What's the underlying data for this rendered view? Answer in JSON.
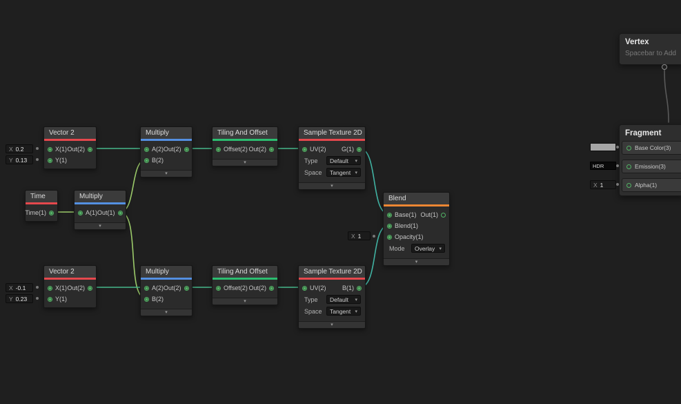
{
  "icons": {
    "chevron_down": "▾"
  },
  "colors": {
    "background": "#1F1F1F",
    "strip_red": "#E5484D",
    "strip_blue": "#5490E2",
    "strip_green": "#2BBE70",
    "strip_orange": "#ED8733",
    "edge_vector2": "#46B98C",
    "edge_float": "#9CCB6A",
    "edge_teal": "#41B3A3",
    "port_green": "#53B365"
  },
  "nodes": {
    "vec2_top": {
      "title": "Vector 2",
      "in1": "X(1)",
      "in2": "Y(1)",
      "out1": "Out(2)"
    },
    "mul_top": {
      "title": "Multiply",
      "in1": "A(2)",
      "in2": "B(2)",
      "out1": "Out(2)"
    },
    "tiling_top": {
      "title": "Tiling And Offset",
      "in1": "Offset(2)",
      "out1": "Out(2)"
    },
    "sample_top": {
      "title": "Sample Texture 2D",
      "in1": "UV(2)",
      "out1": "G(1)",
      "type_label": "Type",
      "type_value": "Default",
      "space_label": "Space",
      "space_value": "Tangent"
    },
    "time": {
      "title": "Time",
      "out1": "Time(1)"
    },
    "mul_mid": {
      "title": "Multiply",
      "in1": "A(1)",
      "out1": "Out(1)"
    },
    "blend": {
      "title": "Blend",
      "in1": "Base(1)",
      "in2": "Blend(1)",
      "in3": "Opacity(1)",
      "out1": "Out(1)",
      "mode_label": "Mode",
      "mode_value": "Overlay"
    },
    "vec2_bot": {
      "title": "Vector 2",
      "in1": "X(1)",
      "in2": "Y(1)",
      "out1": "Out(2)"
    },
    "mul_bot": {
      "title": "Multiply",
      "in1": "A(2)",
      "in2": "B(2)",
      "out1": "Out(2)"
    },
    "tiling_bot": {
      "title": "Tiling And Offset",
      "in1": "Offset(2)",
      "out1": "Out(2)"
    },
    "sample_bot": {
      "title": "Sample Texture 2D",
      "in1": "UV(2)",
      "out1": "B(1)",
      "type_label": "Type",
      "type_value": "Default",
      "space_label": "Space",
      "space_value": "Tangent"
    },
    "vertex": {
      "title": "Vertex",
      "hint": "Spacebar to Add"
    },
    "fragment": {
      "title": "Fragment",
      "block1": "Base Color(3)",
      "block2": "Emission(3)",
      "block3": "Alpha(1)"
    }
  },
  "widgets": {
    "vec2top_x": {
      "label": "X",
      "value": "0.2"
    },
    "vec2top_y": {
      "label": "Y",
      "value": "0.13"
    },
    "vec2bot_x": {
      "label": "X",
      "value": "-0.1"
    },
    "vec2bot_y": {
      "label": "Y",
      "value": "0.23"
    },
    "blend_opacity": {
      "label": "X",
      "value": "1"
    },
    "frag_alpha": {
      "label": "X",
      "value": "1"
    },
    "frag_emission": {
      "label": "HDR"
    }
  }
}
